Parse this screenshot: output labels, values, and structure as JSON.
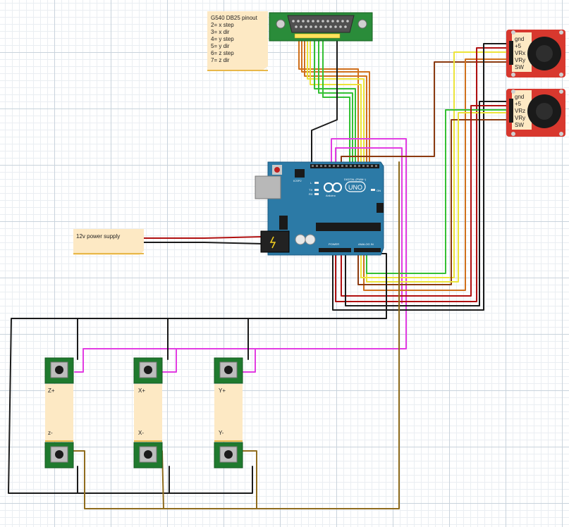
{
  "pinout_note": {
    "title": "G540 DB25 pinout",
    "lines": [
      "2= x step",
      "3= x  dir",
      "4= y step",
      "5= y  dir",
      "6= z step",
      "7= z dir"
    ]
  },
  "power_note": {
    "label": "12v power supply"
  },
  "joystick1": {
    "pins": [
      "gnd",
      "+5",
      "VRx",
      "VRy",
      "SW"
    ]
  },
  "joystick2": {
    "pins": [
      "gnd",
      "+5",
      "VRz",
      "VRy",
      "SW"
    ]
  },
  "arduino": {
    "logo": "UNO",
    "brand": "Arduino",
    "digital_label": "DIGITAL (PWM~)",
    "analog_label": "ANALOG IN",
    "power_label": "POWER",
    "icsp_label": "ICSP2",
    "tx": "TX",
    "rx": "RX",
    "l": "L",
    "on": "ON"
  },
  "buttons": {
    "z_plus": "Z+",
    "z_minus": "z-",
    "x_plus": "X+",
    "x_minus": "X-",
    "y_plus": "Y+",
    "y_minus": "Y-"
  },
  "colors": {
    "wire_black": "#1a1a1a",
    "wire_red": "#b01010",
    "wire_magenta": "#e23ce2",
    "wire_brown": "#8b3a10",
    "wire_orange": "#d0701c",
    "wire_yellow": "#ece43a",
    "wire_green": "#34c034",
    "wire_gold": "#8f6c1e",
    "board": "#2c7aa6",
    "pcb_green": "#1f7a2e",
    "joystick_board": "#d8382e",
    "note": "#fde9c4"
  }
}
